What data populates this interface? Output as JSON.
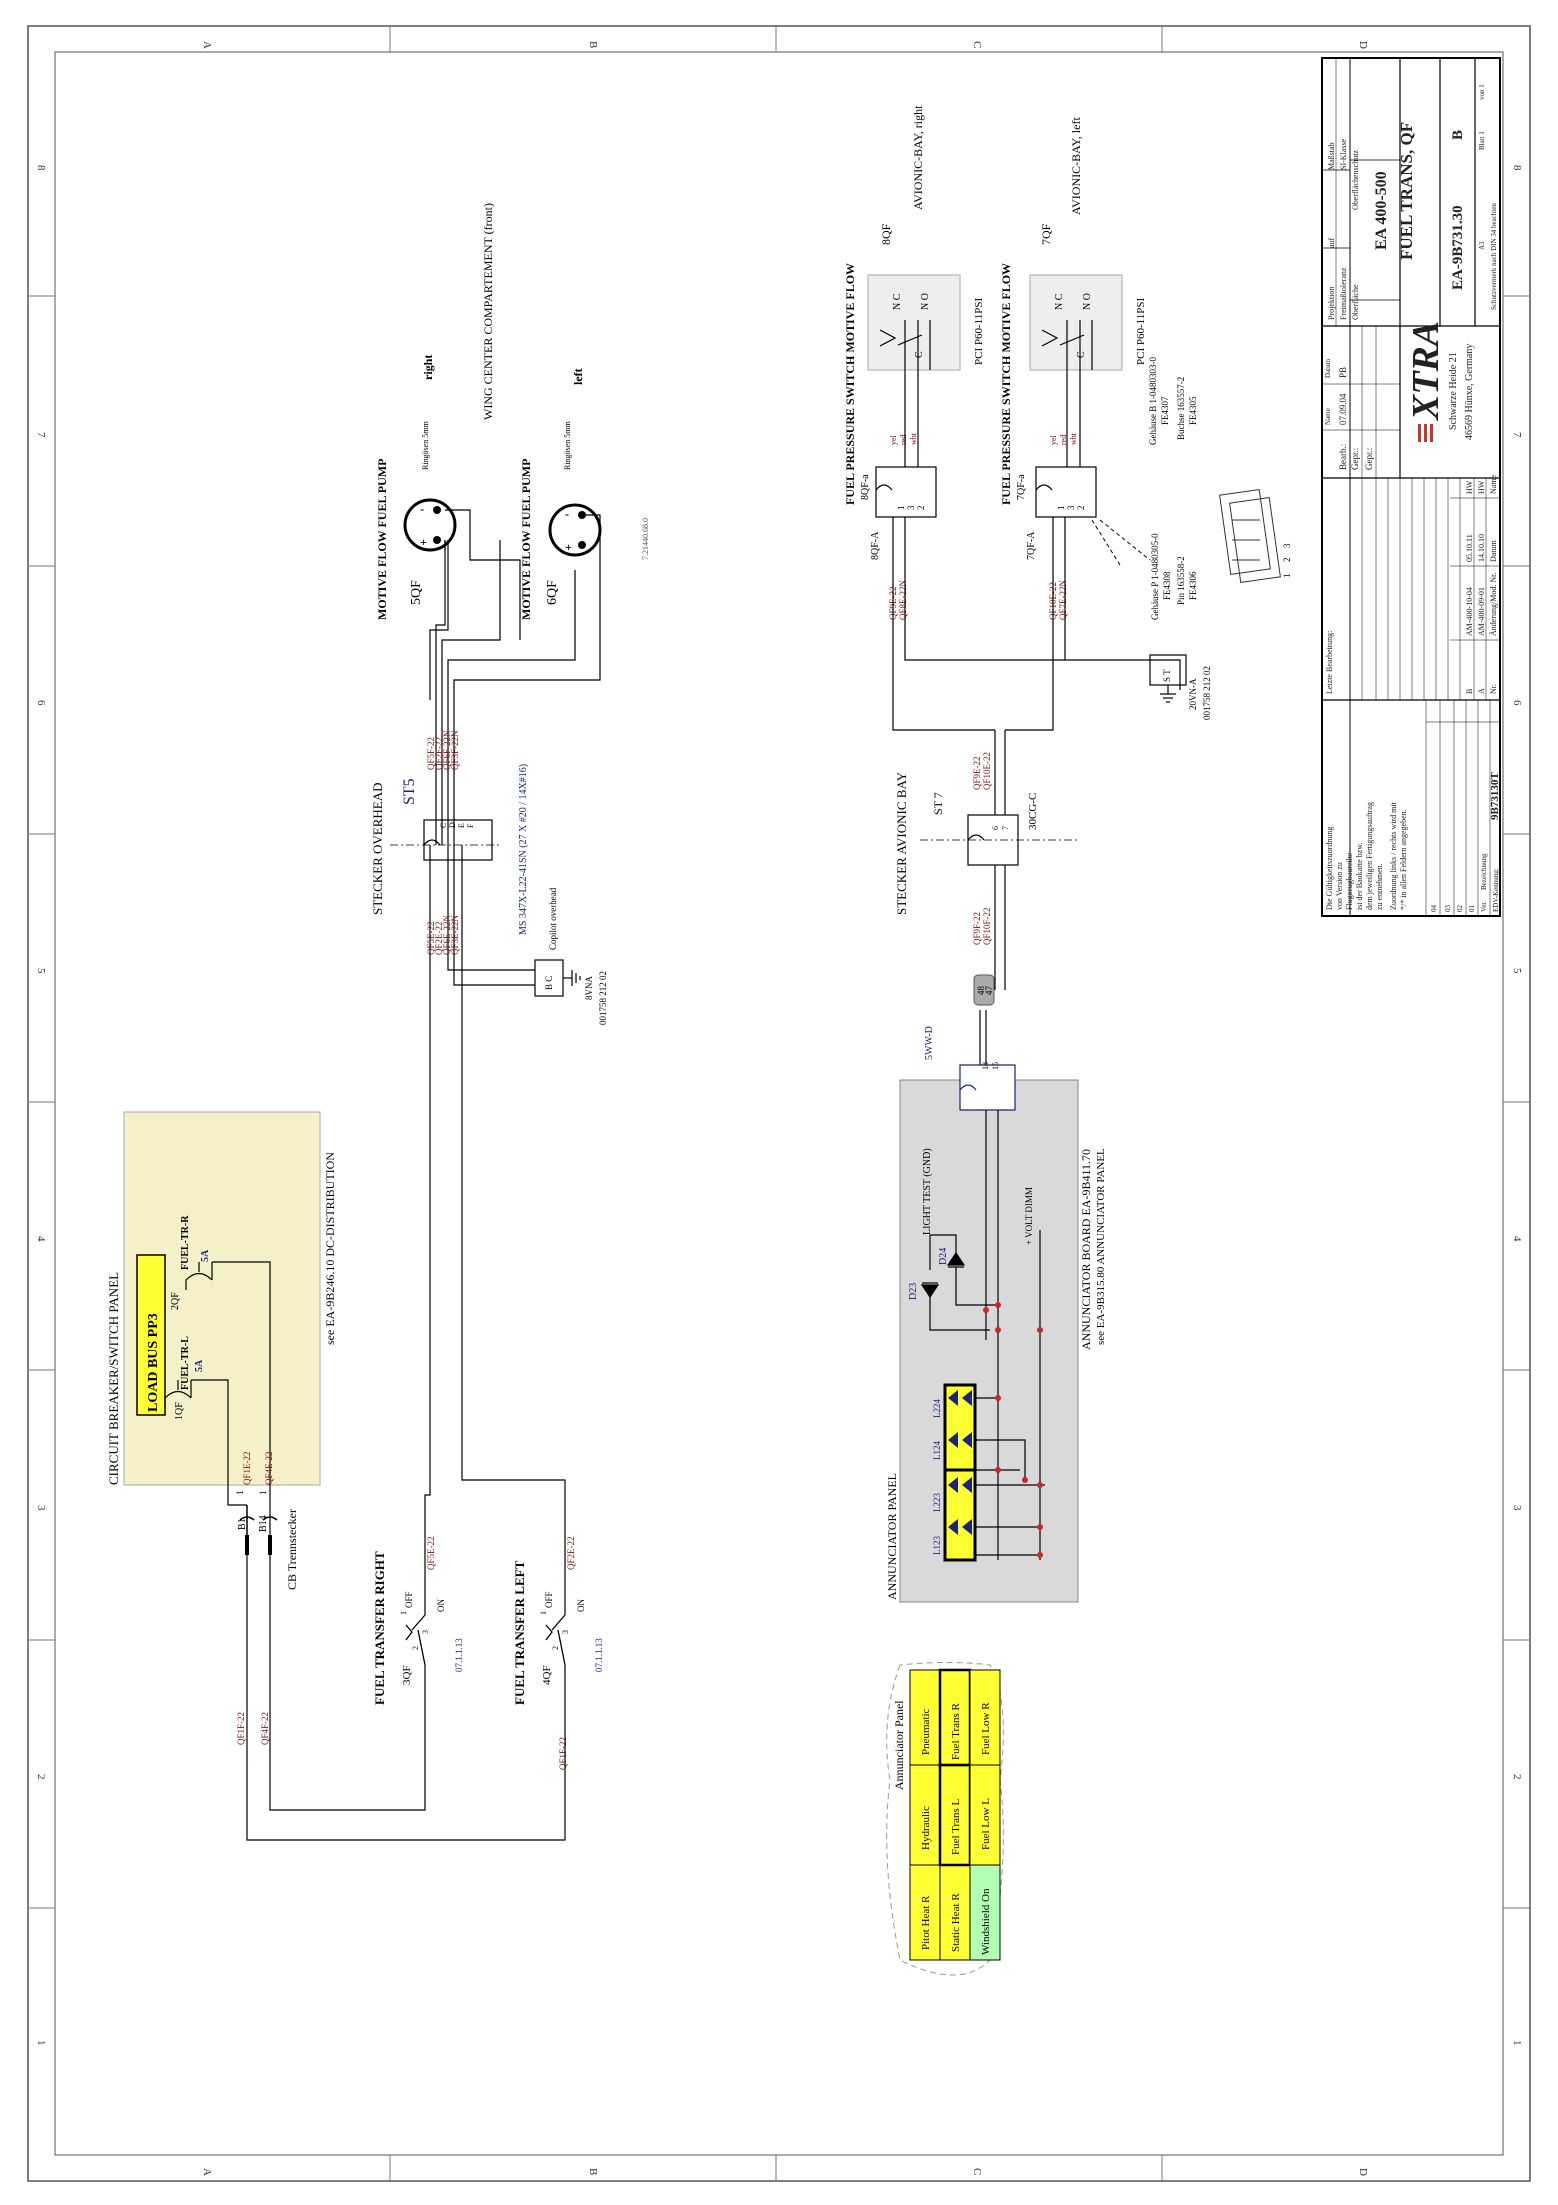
{
  "border": {
    "letters": [
      "A",
      "B",
      "C",
      "D"
    ],
    "numbers": [
      "8",
      "7",
      "6",
      "5",
      "4",
      "3",
      "2",
      "1"
    ]
  },
  "title_block": {
    "header_left": [
      "Maßstab",
      "auf",
      "Projektion"
    ],
    "header_left2": [
      "SI-Klasse",
      "",
      "Freimaßtoleranz"
    ],
    "header_left3": [
      "Oberflächenschutz",
      "",
      "Oberfläche"
    ],
    "project": "EA 400-500",
    "title": "FUEL TRANS, QF",
    "drawing_no": "EA-9B731.30",
    "revision": "B",
    "format": "A3",
    "sheet": "Blatt 1",
    "sheet_of": "von 1",
    "protection_note": "Schutzvermerk nach DIN 34 beachten",
    "col_datum": "Datum",
    "col_name": "Name",
    "bearb_label": "Bearb.:",
    "bearb_date": "07.09.04",
    "bearb_name": "PB",
    "gepr1": "Gepr.:",
    "gepr2": "Gepr.:",
    "company_logo": "XTRA",
    "address1": "Schwarze Heide 21",
    "address2": "46569 Hünxe, Germany",
    "rev_rows": [
      {
        "rev": "B",
        "text": "AM-400-10-04",
        "date": "05.10.11",
        "name": "HW"
      },
      {
        "rev": "A",
        "text": "AM-400-09-01",
        "date": "14.10.10",
        "name": "HW"
      },
      {
        "rev": "Nr.",
        "text": "Änderung/Mod. Nr.",
        "date": "Datum",
        "name": "Name"
      }
    ],
    "last_edit": "Letzte Bearbeitung:",
    "validity_note": [
      "Die Gültigkeitszuordnung",
      "von Version zu",
      "Flugzeugbaureihe",
      "ist der Baukarte bzw.",
      "dem jeweiligen Fertigungsauftrag",
      "zu entnehmen."
    ],
    "assign_note": [
      "Zuordnung links / rechts wird mit",
      "*/* in allen Feldern angegeben."
    ],
    "d_rows": [
      "04",
      "03",
      "02",
      "01"
    ],
    "ver_label": "Ver.",
    "bez_label": "Bezeichnung",
    "edv_label": "EDV-Kennung:",
    "edv_value": "9B73130T"
  },
  "cb_panel": {
    "title": "CIRCUIT BREAKER/SWITCH PANEL",
    "bus": "LOAD BUS PP3",
    "cb1_ref": "1QF",
    "cb1_name": "FUEL-TR-L",
    "cb1_rating": "5A",
    "cb2_ref": "2QF",
    "cb2_name": "FUEL-TR-R",
    "cb2_rating": "5A",
    "wire_qf1e": "QF1E-22",
    "wire_qf4e": "QF4E-22",
    "see_ref": "see EA-9B246.10 DC-DISTRIBUTION",
    "b1": "B1",
    "b14": "B14",
    "cb_sep": "CB Trennstecker",
    "pin1": "1",
    "pin14": "1",
    "wire_qf1f": "QF1F-22",
    "wire_qf4f": "QF4F-22"
  },
  "switches": {
    "right_title": "FUEL TRANSFER RIGHT",
    "right_ref": "3QF",
    "right_part": "07.1.1.13",
    "right_wire": "QF5E-22",
    "left_title": "FUEL TRANSFER LEFT",
    "left_ref": "4QF",
    "left_part": "07.1.1.13",
    "left_wire": "QF2E-22",
    "left_wire_in": "QF1F-22",
    "off": "OFF",
    "on": "ON",
    "p1": "1",
    "p2": "2",
    "p3": "3"
  },
  "st5": {
    "title": "STECKER OVERHEAD",
    "ref": "ST5",
    "part": "MS 347X-L22-41SN (27 X #20 / 14X#16)",
    "pins": [
      "C",
      "D",
      "E",
      "F"
    ],
    "wires_left": [
      "QF5E-22",
      "QF2E-22",
      "QF6E-22N",
      "QF3E-22N"
    ],
    "wires_right": [
      "QF5F-22",
      "QF2F-22",
      "QF6F-22N",
      "QF3F-22N"
    ],
    "copilot": "Copilot overhead",
    "gnd_label": "B C",
    "gnd_ref": "8VNA",
    "gnd_part": "001758 212 02"
  },
  "pumps": {
    "wing_center": "WING CENTER COMPARTEMENT (front)",
    "right_title": "MOTIVE FLOW FUEL PUMP",
    "right_ref": "5QF",
    "right_side": "right",
    "left_title": "MOTIVE FLOW FUEL PUMP",
    "left_ref": "6QF",
    "left_side": "left",
    "ringoesen": "Ringösen 5mm",
    "part": "7.21440.68.0"
  },
  "pressure_switches": {
    "right_title": "FUEL PRESSURE SWITCH MOTIVE FLOW",
    "right_ref": "8QF",
    "right_conn": "8QF-a",
    "right_conn_a": "8QF-A",
    "right_bay": "AVIONIC-BAY, right",
    "left_title": "FUEL PRESSURE SWITCH MOTIVE FLOW",
    "left_ref": "7QF",
    "left_conn": "7QF-a",
    "left_conn_a": "7QF-A",
    "left_bay": "AVIONIC-BAY, left",
    "pci": "PCI P60-11PSI",
    "nc": "N C",
    "no": "N O",
    "c": "C",
    "wire_colors": [
      "yel",
      "red",
      "wht"
    ],
    "pins": [
      "1",
      "3",
      "2"
    ],
    "right_wires": [
      "QF9E-22",
      "QF8E-22N"
    ],
    "left_wires": [
      "QF10E-22",
      "QF7E-22N"
    ],
    "housing1": "Gehäuse B 1-0480303-0",
    "housing1_fe": "FE4307",
    "socket": "Buchse 163557-2",
    "socket_fe": "FE4305",
    "housing2": "Gehäuse P 1-0480305-0",
    "housing2_fe": "FE4308",
    "pin": "Pin 163558-2",
    "pin_fe": "FE4306",
    "conn_pins": [
      "1",
      "2",
      "3"
    ],
    "gnd_label": "S T",
    "gnd_ref": "20VN-A",
    "gnd_part": "001758 212 02"
  },
  "st7": {
    "title": "STECKER AVIONIC BAY",
    "ref": "ST 7",
    "part": "30CG-C",
    "pins": [
      "6",
      "7"
    ],
    "wires_right": [
      "QF9E-22",
      "QF10E-22"
    ],
    "wires_left": [
      "QF9F-22",
      "QF10F-22"
    ],
    "cable_nums": [
      "48",
      "47"
    ]
  },
  "annunciator_board": {
    "conn": "5WW-D",
    "pins": [
      "18",
      "15"
    ],
    "light_test": "LIGHT TEST (GND)",
    "d23": "D23",
    "d24": "D24",
    "volt_dimm": "+ VOLT DIMM",
    "board": "ANNUNCIATOR BOARD EA-9B411.70",
    "see_ref": "see EA-9B315.80 ANNUNCIATOR PANEL",
    "panel_title": "ANNUNCIATOR PANEL",
    "lamps": [
      "L123",
      "L223",
      "L124",
      "L224"
    ]
  },
  "annunciator_table": {
    "title": "Annunciator Panel",
    "rows": [
      [
        "Pitot Heat R",
        "Hydraulic",
        "Pneumatic"
      ],
      [
        "Static Heat R",
        "Fuel Trans L",
        "Fuel Trans R"
      ],
      [
        "Windshield On",
        "Fuel Low L",
        "Fuel Low R"
      ]
    ],
    "colors": {
      "yellow": "#ffff33",
      "green": "#b3ffb3",
      "panel": "#f5f0c8",
      "board": "#d9d9d9"
    }
  }
}
